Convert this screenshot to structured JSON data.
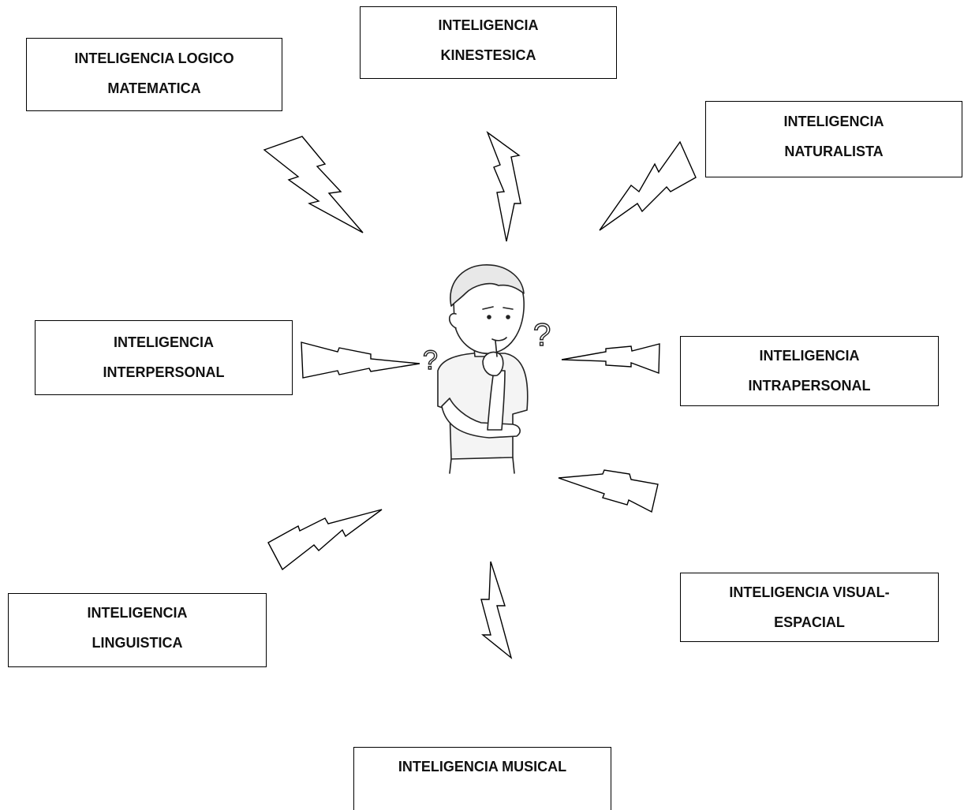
{
  "boxes": {
    "logico": {
      "line1": "INTELIGENCIA LOGICO",
      "line2": "MATEMATICA"
    },
    "kinestesica": {
      "line1": "INTELIGENCIA",
      "line2": "KINESTESICA"
    },
    "naturalista": {
      "line1": "INTELIGENCIA",
      "line2": "NATURALISTA"
    },
    "interpersonal": {
      "line1": "INTELIGENCIA",
      "line2": "INTERPERSONAL"
    },
    "intrapersonal": {
      "line1": "INTELIGENCIA",
      "line2": "INTRAPERSONAL"
    },
    "linguistica": {
      "line1": "INTELIGENCIA",
      "line2": "LINGUISTICA"
    },
    "visual": {
      "line1": "INTELIGENCIA VISUAL-",
      "line2": "ESPACIAL"
    },
    "musical": {
      "line1": "INTELIGENCIA MUSICAL",
      "line2": ""
    }
  },
  "center_figure": {
    "icon": "thinking-boy-icon",
    "marks": [
      "?",
      "?"
    ]
  }
}
